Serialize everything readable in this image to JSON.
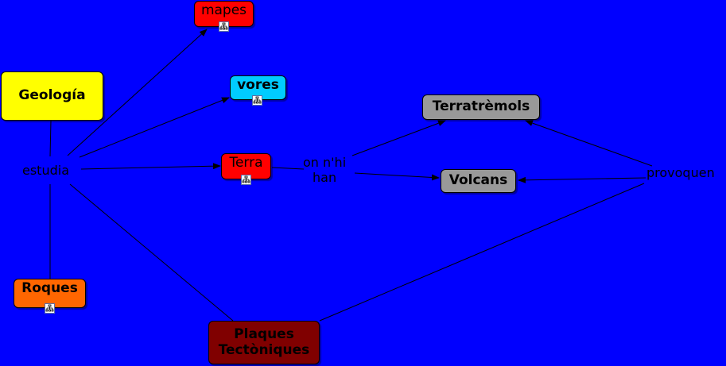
{
  "colors": {
    "background": "#0000FF",
    "geologia": "#FFFF00",
    "mapes": "#FF0000",
    "vores": "#00CCFF",
    "terra": "#FF0000",
    "roques": "#FF6600",
    "plaques": "#800000",
    "terratremols": "#999999",
    "volcans": "#999999"
  },
  "nodes": {
    "geologia": "Geología",
    "mapes": "mapes",
    "vores": "vores",
    "terra": "Terra",
    "roques": "Roques",
    "plaques_line1": "Plaques",
    "plaques_line2": "Tectòniques",
    "terratremols": "Terratrèmols",
    "volcans": "Volcans"
  },
  "links": {
    "estudia": "estudia",
    "on_nhi_line1": "on n'hi",
    "on_nhi_line2": "han",
    "provoquen": "provoquen"
  },
  "icons": {
    "resource_icon": "concept-map-resource-icon"
  }
}
